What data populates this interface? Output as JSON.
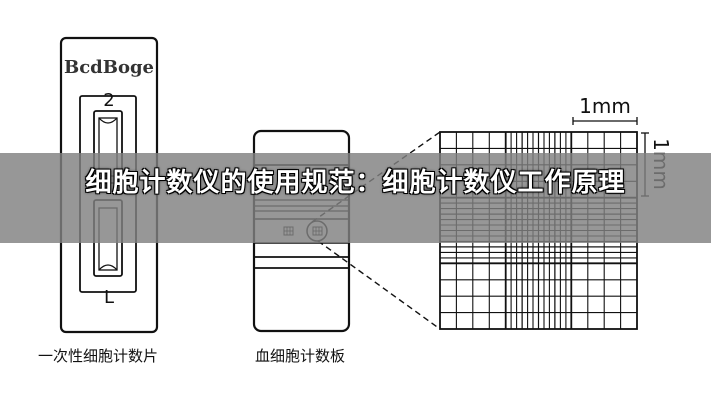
{
  "left_device": {
    "brand": "BcdBoge",
    "top_label": "2",
    "bottom_label": "L",
    "caption": "一次性细胞计数片"
  },
  "middle_device": {
    "caption": "血细胞计数板"
  },
  "grid_detail": {
    "scale_horizontal": "1mm",
    "scale_vertical": "1mm"
  },
  "banner": {
    "title": "细胞计数仪的使用规范：细胞计数仪工作原理"
  }
}
